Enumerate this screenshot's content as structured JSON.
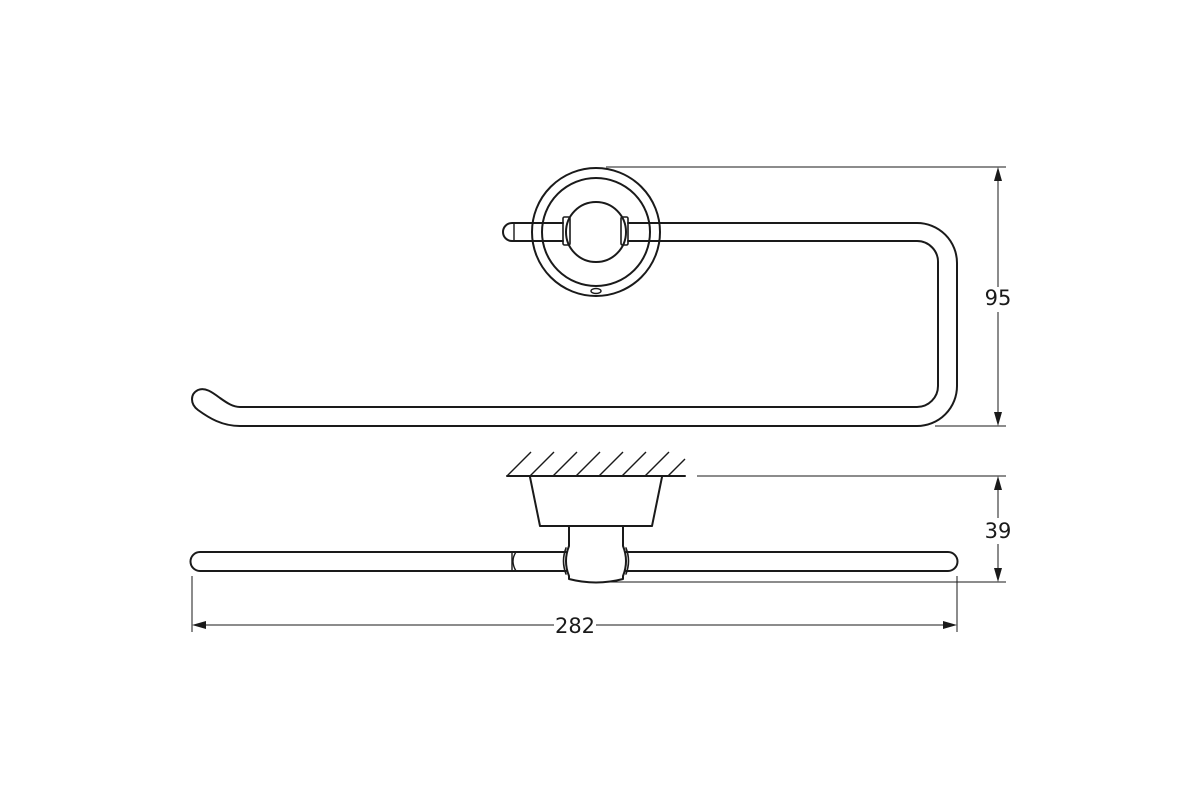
{
  "dimensions": {
    "height": "95",
    "depth": "39",
    "width": "282"
  },
  "colors": {
    "line": "#1a1a1a",
    "background": "#ffffff"
  }
}
